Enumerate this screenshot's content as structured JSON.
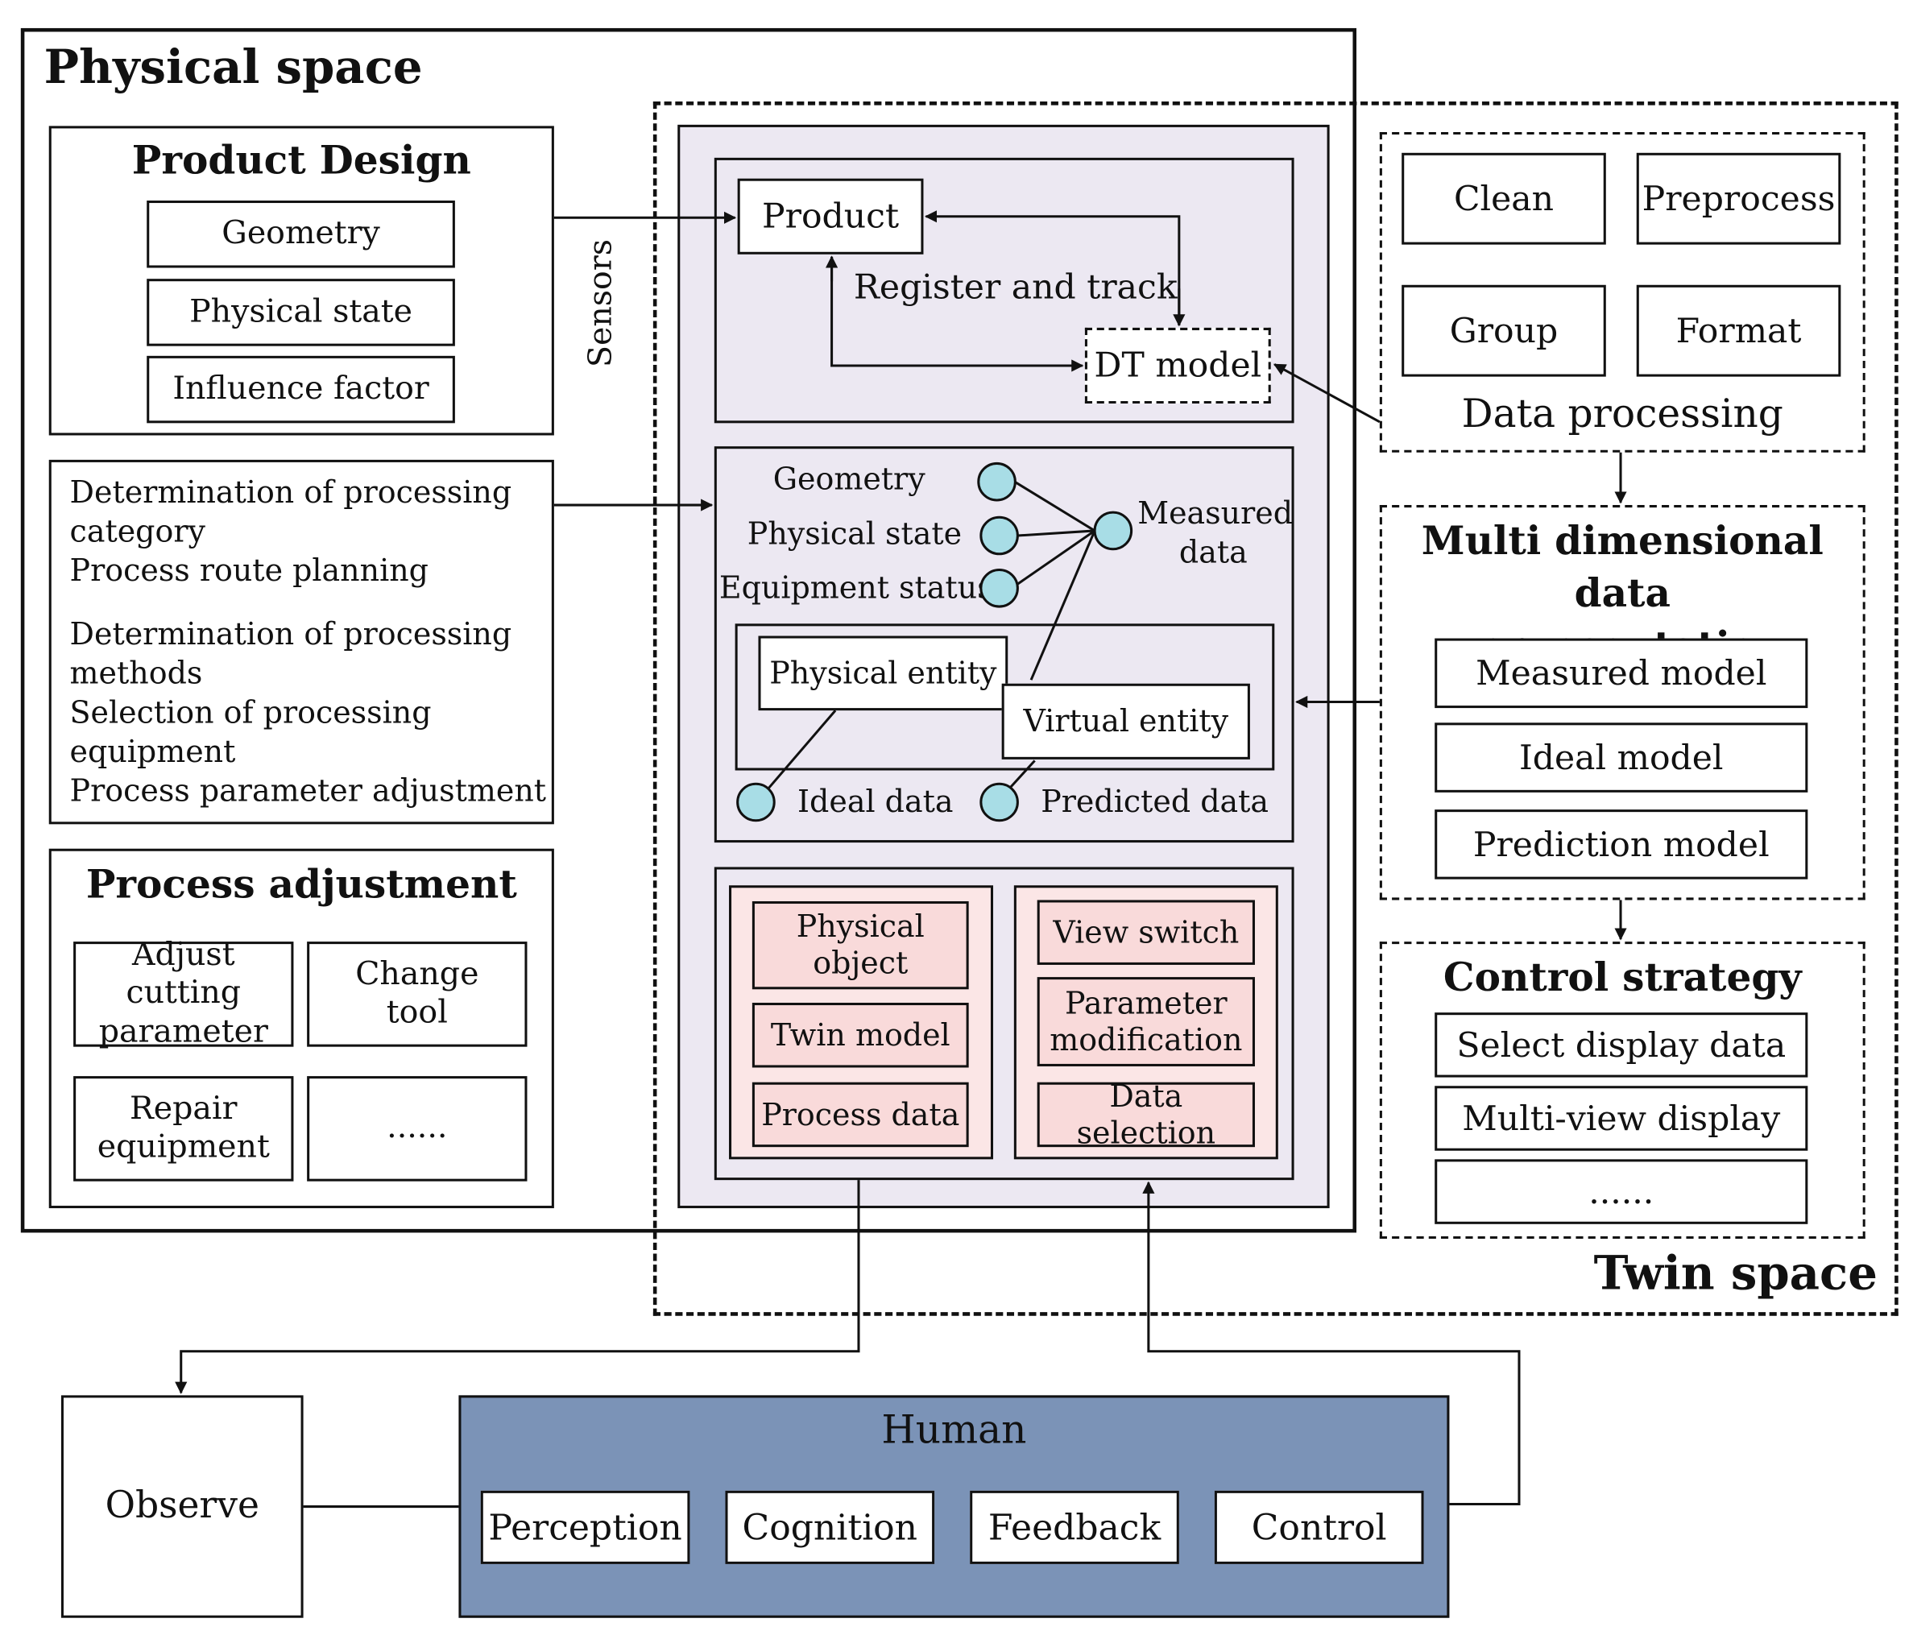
{
  "physical_space": {
    "title": "Physical space",
    "product_design": {
      "title": "Product Design",
      "items": [
        "Geometry",
        "Physical state",
        "Influence factor"
      ]
    },
    "processing_tasks": [
      "Determination of processing",
      "category",
      "Process route planning",
      "Determination of processing",
      "methods",
      "Selection of processing",
      "equipment",
      "Process parameter adjustment"
    ],
    "process_adjustment": {
      "title": "Process adjustment",
      "items": [
        "Adjust cutting parameter",
        "Change tool",
        "Repair equipment",
        "......"
      ]
    }
  },
  "sensors_label": "Sensors",
  "twin_core": {
    "product": "Product",
    "register_and_track": "Register and track",
    "dt_model": "DT model",
    "data_nodes": {
      "geometry": "Geometry",
      "physical_state": "Physical state",
      "equipment_status": "Equipment status",
      "measured_data": "Measured data",
      "physical_entity": "Physical entity",
      "virtual_entity": "Virtual entity",
      "ideal_data": "Ideal data",
      "predicted_data": "Predicted data"
    },
    "display_left": [
      "Physical object",
      "Twin model",
      "Process data"
    ],
    "display_right": [
      "View switch",
      "Parameter modification",
      "Data selection"
    ]
  },
  "twin_space": {
    "title": "Twin space",
    "data_processing": {
      "title": "Data processing",
      "items": [
        "Clean",
        "Preprocess",
        "Group",
        "Format"
      ]
    },
    "multi_dimensional": {
      "title": "Multi dimensional data representation",
      "items": [
        "Measured model",
        "Ideal model",
        "Prediction model"
      ]
    },
    "control_strategy": {
      "title": "Control strategy",
      "items": [
        "Select display data",
        "Multi-view display",
        "......"
      ]
    }
  },
  "observe": "Observe",
  "human": {
    "title": "Human",
    "items": [
      "Perception",
      "Cognition",
      "Feedback",
      "Control"
    ]
  },
  "colors": {
    "human_fill": "#7b93b7",
    "node_fill": "#a8dde6",
    "pink_fill": "#f9dada",
    "lilac_fill": "#ece8f2"
  }
}
